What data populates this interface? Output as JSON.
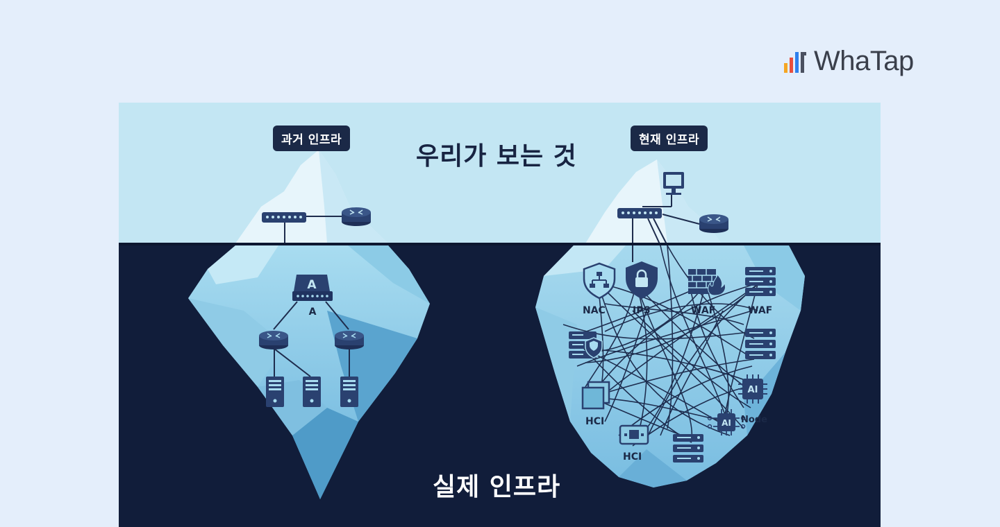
{
  "brand": {
    "name": "WhaTap",
    "bar_colors": [
      "#f5a623",
      "#e94e3d",
      "#2f80ed",
      "#4a5060"
    ]
  },
  "labels": {
    "past_infra": "과거 인프라",
    "current_infra": "현재 인프라",
    "what_we_see": "우리가 보는 것",
    "actual_infra": "실제 인프라"
  },
  "past_nodes": {
    "top_a_letter": "A",
    "top_a_caption": "A"
  },
  "current_nodes": {
    "nac": "NAC",
    "ips": "IPS",
    "waf_firewall": "WAF",
    "waf_server": "WAF",
    "ai_chip": "AI",
    "ai_node_chip": "AI",
    "ai_node_caption": "Node",
    "hci_left": "HCI",
    "hci_bottom": "HCI"
  },
  "colors": {
    "sky": "#c3e6f3",
    "water": "#111d3a",
    "ice_light": "#eef8fc",
    "ice_mid": "#9fd4ea",
    "ice_deep": "#5fa8d0",
    "icon": "#2a4170"
  }
}
